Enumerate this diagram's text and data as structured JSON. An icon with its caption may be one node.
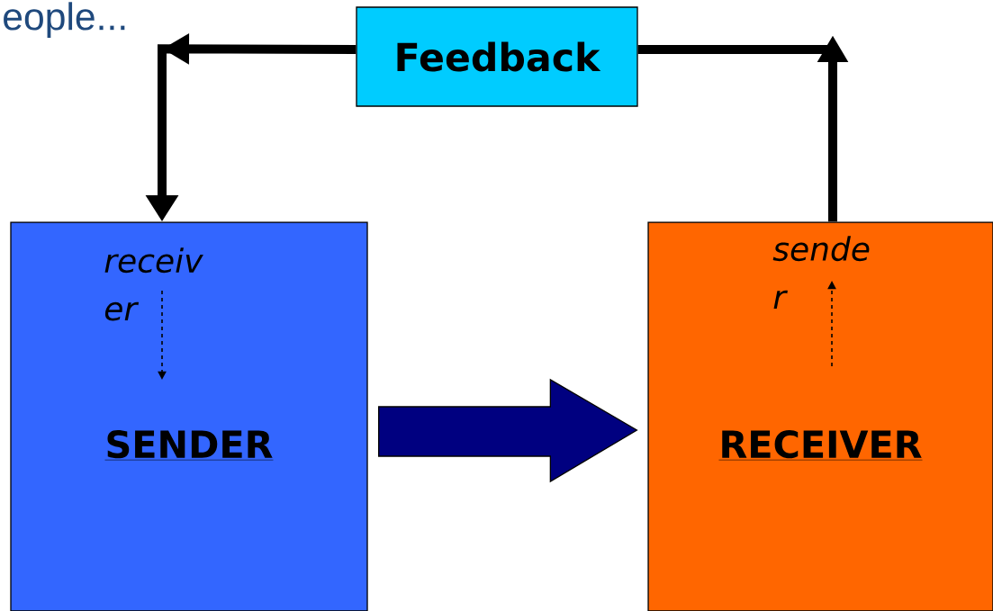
{
  "diagram": {
    "title": "eople...",
    "nodes": [
      {
        "text": [
          "Feedback"
        ]
      },
      {
        "text": [
          "receiv er",
          "SENDER"
        ]
      },
      {
        "text": [
          "sende r",
          "RECEIVER"
        ]
      }
    ],
    "edges": [
      {
        "from": 2,
        "to": 0,
        "arrow": "to"
      },
      {
        "from": 0,
        "to": 1,
        "arrow": "to"
      },
      {
        "from": 1,
        "to": 2,
        "arrow": "to",
        "style": "thick",
        "color": "#000080"
      }
    ]
  }
}
